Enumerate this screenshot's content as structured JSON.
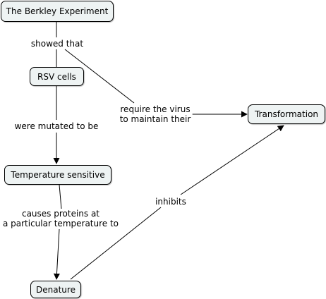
{
  "concept_map": {
    "nodes": {
      "berkley": "The Berkley Experiment",
      "rsv": "RSV cells",
      "transformation": "Transformation",
      "temperature": "Temperature sensitive",
      "denature": "Denature"
    },
    "links": {
      "showed_that": "showed that",
      "require_line1": "require the virus",
      "require_line2": "to maintain their",
      "mutated": "were mutated to be",
      "causes_line1": "causes proteins at",
      "causes_line2": "a particular temperature to",
      "inhibits": "inhibits"
    }
  }
}
